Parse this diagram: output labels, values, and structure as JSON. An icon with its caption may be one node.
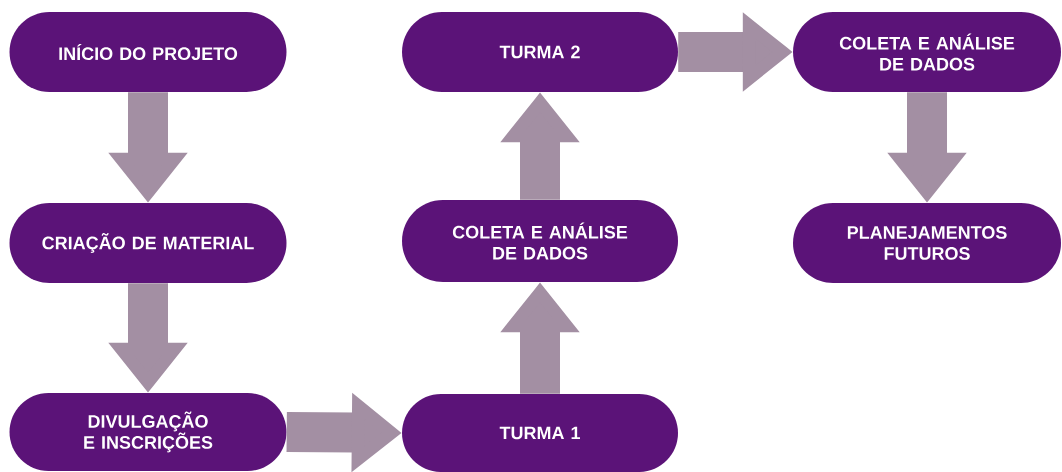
{
  "diagram": {
    "nodes": [
      {
        "text": [
          "INÍCIO DO PROJETO"
        ]
      },
      {
        "text": [
          "CRIAÇÃO DE MATERIAL"
        ]
      },
      {
        "text": [
          "DIVULGAÇÃO E INSCRIÇÕES"
        ]
      },
      {
        "text": [
          "TURMA 1"
        ]
      },
      {
        "text": [
          "COLETA E ANÁLISE DE DADOS"
        ]
      },
      {
        "text": [
          "TURMA 2"
        ]
      },
      {
        "text": [
          "COLETA E ANÁLISE DE DADOS"
        ]
      },
      {
        "text": [
          "PLANEJAMENTOS FUTUROS"
        ]
      }
    ],
    "edges": [
      {
        "from": 0,
        "to": 1,
        "arrow": "to"
      },
      {
        "from": 1,
        "to": 2,
        "arrow": "to"
      },
      {
        "from": 2,
        "to": 3,
        "arrow": "to"
      },
      {
        "from": 3,
        "to": 4,
        "arrow": "to"
      },
      {
        "from": 4,
        "to": 5,
        "arrow": "to"
      },
      {
        "from": 5,
        "to": 6,
        "arrow": "to"
      },
      {
        "from": 6,
        "to": 7,
        "arrow": "to"
      }
    ]
  }
}
